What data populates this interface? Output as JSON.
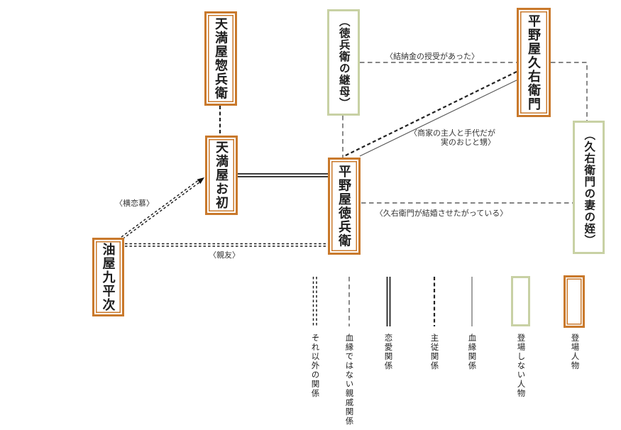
{
  "diagram": {
    "nodes": [
      {
        "id": "tenmaya-sobei",
        "label": "天満屋惣兵衛",
        "type": "appearing"
      },
      {
        "id": "tokubei-stepmother",
        "label": "（徳兵衛の継母）",
        "type": "non-appearing"
      },
      {
        "id": "hiranoya-kyuemon",
        "label": "平野屋久右衛門",
        "type": "appearing"
      },
      {
        "id": "tenmaya-ohatsu",
        "label": "天満屋お初",
        "type": "appearing"
      },
      {
        "id": "hiranoya-tokubei",
        "label": "平野屋徳兵衛",
        "type": "appearing"
      },
      {
        "id": "kyuemon-wife-niece",
        "label": "（久右衛門の妻の姪）",
        "type": "non-appearing"
      },
      {
        "id": "aburaya-kuheiji",
        "label": "油屋九平次",
        "type": "appearing"
      }
    ],
    "edges": [
      {
        "from": "tenmaya-sobei",
        "to": "tenmaya-ohatsu",
        "style": "dashed-bold"
      },
      {
        "from": "tokubei-stepmother",
        "to": "hiranoya-tokubei",
        "style": "dashed-thin"
      },
      {
        "from": "tokubei-stepmother",
        "to": "hiranoya-kyuemon",
        "style": "dashed-thin",
        "label": "〈結納金の授受があった〉"
      },
      {
        "from": "hiranoya-kyuemon",
        "to": "kyuemon-wife-niece",
        "style": "dashed-thin"
      },
      {
        "from": "hiranoya-kyuemon",
        "to": "hiranoya-tokubei",
        "style": "dashed-bold-plus-solid",
        "label_line1": "〈商家の主人と手代だが",
        "label_line2": "実のおじと甥〉"
      },
      {
        "from": "hiranoya-tokubei",
        "to": "kyuemon-wife-niece",
        "style": "dashed-thin",
        "label": "〈久右衛門が結婚させたがっている〉"
      },
      {
        "from": "tenmaya-ohatsu",
        "to": "hiranoya-tokubei",
        "style": "double-solid"
      },
      {
        "from": "aburaya-kuheiji",
        "to": "tenmaya-ohatsu",
        "style": "double-dashed-arrow",
        "label": "〈横恋慕〉"
      },
      {
        "from": "aburaya-kuheiji",
        "to": "hiranoya-tokubei",
        "style": "double-dashed",
        "label": "〈親友〉"
      }
    ]
  },
  "legend": {
    "line_items": [
      {
        "label": "それ以外の関係",
        "style": "double-dashed"
      },
      {
        "label": "血縁ではない親戚関係",
        "style": "dashed-thin"
      },
      {
        "label": "恋愛関係",
        "style": "double-solid"
      },
      {
        "label": "主従関係",
        "style": "dashed-bold"
      },
      {
        "label": "血縁関係",
        "style": "solid"
      }
    ],
    "box_items": [
      {
        "label": "登場しない人物",
        "style": "green-box"
      },
      {
        "label": "登場人物",
        "style": "orange-box"
      }
    ]
  },
  "colors": {
    "appearing_border": "#c9792c",
    "non_appearing_border": "#c8d1a4",
    "line": "#1f1f1f"
  }
}
